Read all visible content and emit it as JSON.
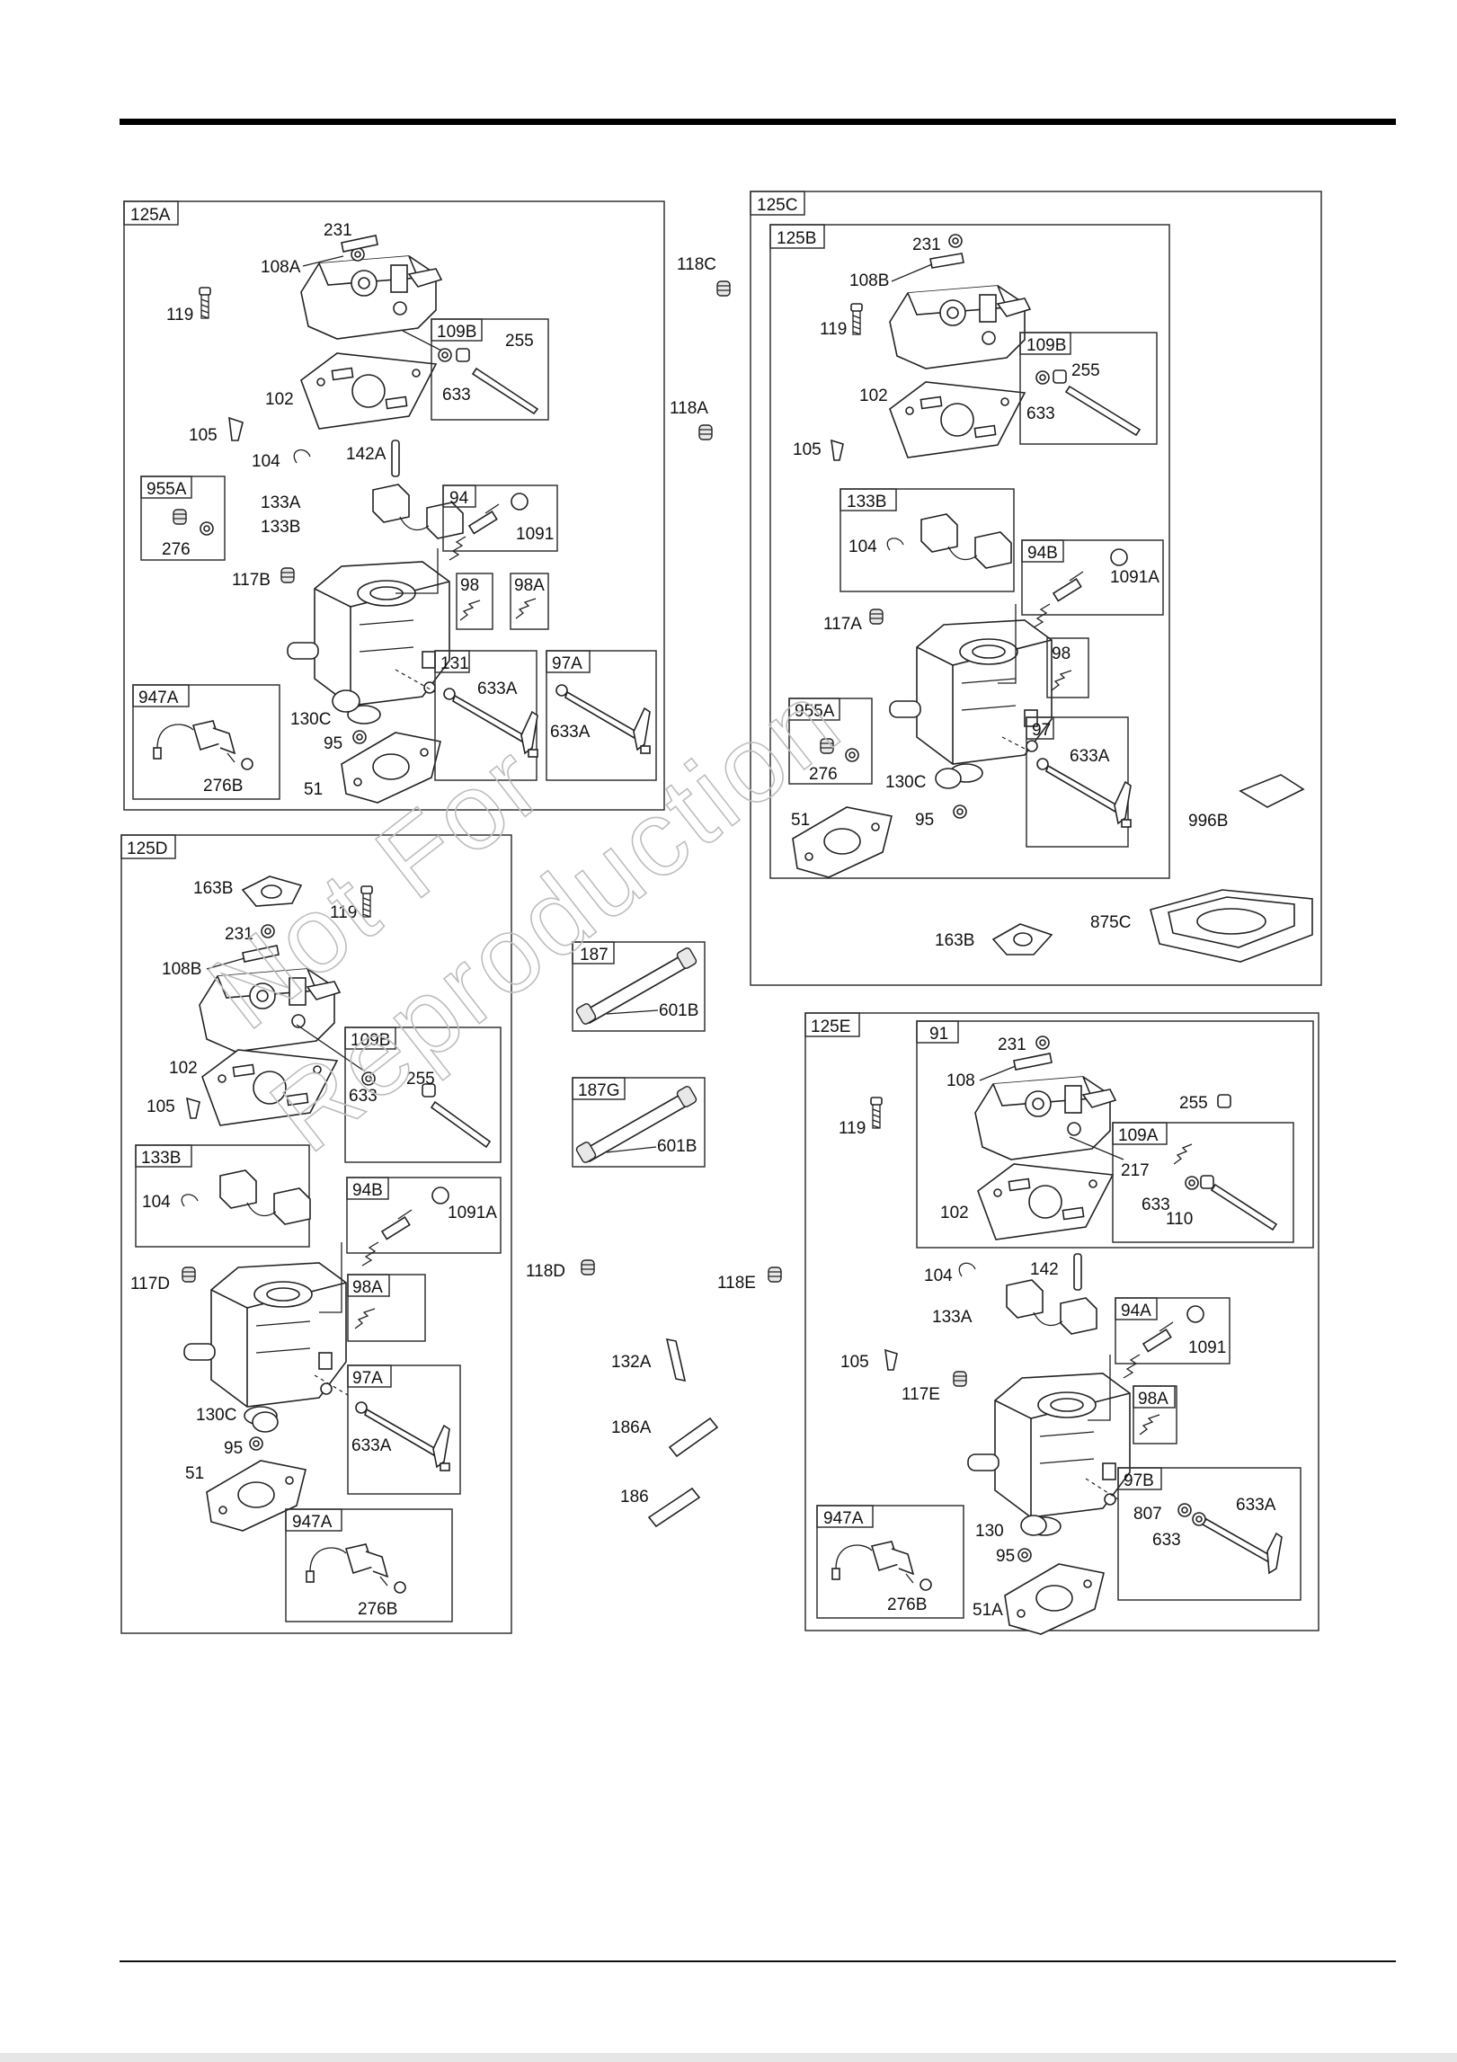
{
  "watermark": [
    "Not For",
    "Reproduction"
  ],
  "groups": {
    "g125A": {
      "title": "125A",
      "labels": {
        "p231": "231",
        "p108A": "108A",
        "p119": "119",
        "p102": "102",
        "p105": "105",
        "p104": "104",
        "p142A": "142A",
        "p133A": "133A",
        "p133B": "133B",
        "p117B": "117B",
        "p130C": "130C",
        "p95": "95",
        "p51": "51"
      },
      "subs": {
        "s109B": {
          "title": "109B",
          "labels": {
            "p255": "255",
            "p633": "633"
          }
        },
        "s955A": {
          "title": "955A",
          "labels": {
            "p276": "276"
          }
        },
        "s94": {
          "title": "94",
          "labels": {
            "p1091": "1091"
          }
        },
        "s98": {
          "title": "98"
        },
        "s98A": {
          "title": "98A"
        },
        "s131": {
          "title": "131",
          "labels": {
            "p633A": "633A"
          }
        },
        "s97A": {
          "title": "97A",
          "labels": {
            "p633A": "633A"
          }
        },
        "s947A": {
          "title": "947A",
          "labels": {
            "p276B": "276B"
          }
        }
      }
    },
    "loose_top": {
      "p118C": "118C",
      "p118A": "118A"
    },
    "g125C": {
      "title": "125C",
      "labels": {
        "p996B": "996B",
        "p875C": "875C",
        "p163B": "163B"
      },
      "inner": {
        "title": "125B",
        "labels": {
          "p231": "231",
          "p108B": "108B",
          "p119": "119",
          "p102": "102",
          "p105": "105",
          "p117A": "117A",
          "p130C": "130C",
          "p95": "95",
          "p51": "51"
        },
        "subs": {
          "s109B": {
            "title": "109B",
            "labels": {
              "p255": "255",
              "p633": "633"
            }
          },
          "s133B": {
            "title": "133B",
            "labels": {
              "p104": "104"
            }
          },
          "s94B": {
            "title": "94B",
            "labels": {
              "p1091A": "1091A"
            }
          },
          "s98": {
            "title": "98"
          },
          "s955A": {
            "title": "955A",
            "labels": {
              "p276": "276"
            }
          },
          "s97": {
            "title": "97",
            "labels": {
              "p633A": "633A"
            }
          }
        }
      }
    },
    "g125D": {
      "title": "125D",
      "labels": {
        "p163B": "163B",
        "p119": "119",
        "p231": "231",
        "p108B": "108B",
        "p102": "102",
        "p105": "105",
        "p117D": "117D",
        "p130C": "130C",
        "p95": "95",
        "p51": "51"
      },
      "subs": {
        "s109B": {
          "title": "109B",
          "labels": {
            "p633": "633",
            "p255": "255"
          }
        },
        "s133B": {
          "title": "133B",
          "labels": {
            "p104": "104"
          }
        },
        "s94B": {
          "title": "94B",
          "labels": {
            "p1091A": "1091A"
          }
        },
        "s98A": {
          "title": "98A"
        },
        "s97A": {
          "title": "97A",
          "labels": {
            "p633A": "633A"
          }
        },
        "s947A": {
          "title": "947A",
          "labels": {
            "p276B": "276B"
          }
        }
      }
    },
    "middle": {
      "s187": {
        "title": "187",
        "labels": {
          "p601B": "601B"
        }
      },
      "s187G": {
        "title": "187G",
        "labels": {
          "p601B": "601B"
        }
      },
      "labels": {
        "p118D": "118D",
        "p118E": "118E",
        "p132A": "132A",
        "p186A": "186A",
        "p186": "186"
      }
    },
    "g125E": {
      "title": "125E",
      "labels": {
        "p119": "119",
        "p104": "104",
        "p142": "142",
        "p133A": "133A",
        "p105": "105",
        "p117E": "117E",
        "p130": "130",
        "p95": "95",
        "p51A": "51A"
      },
      "subs": {
        "s91": {
          "title": "91",
          "labels": {
            "p231": "231",
            "p108": "108",
            "p255": "255",
            "p102": "102"
          },
          "s109A": {
            "title": "109A",
            "labels": {
              "p217": "217",
              "p633": "633",
              "p110": "110"
            }
          }
        },
        "s94A": {
          "title": "94A",
          "labels": {
            "p1091": "1091"
          }
        },
        "s98A": {
          "title": "98A"
        },
        "s97B": {
          "title": "97B",
          "labels": {
            "p807": "807",
            "p633A": "633A",
            "p633": "633"
          }
        },
        "s947A": {
          "title": "947A",
          "labels": {
            "p276B": "276B"
          }
        }
      }
    }
  }
}
